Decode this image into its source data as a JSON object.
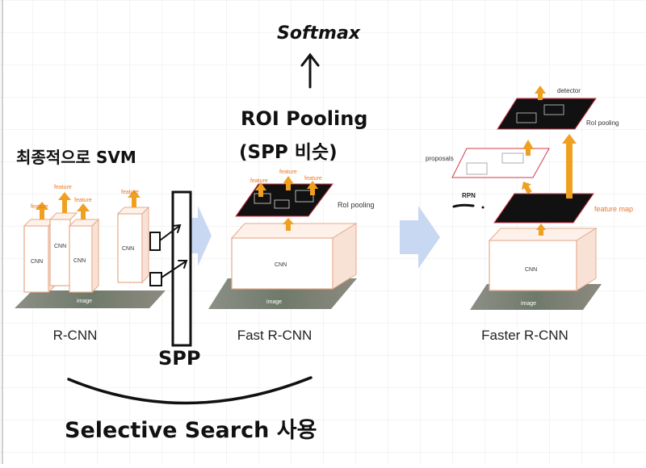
{
  "panels": {
    "rcnn": {
      "title": "R-CNN",
      "cnn_label": "CNN",
      "feature_label": "feature",
      "image_label": "image"
    },
    "fast": {
      "title": "Fast R-CNN",
      "cnn_label": "CNN",
      "feature_label": "feature",
      "roi_label": "RoI pooling",
      "image_label": "image"
    },
    "faster": {
      "title": "Faster R-CNN",
      "cnn_label": "CNN",
      "detector_label": "detector",
      "roi_label": "RoI pooling",
      "proposals_label": "proposals",
      "rpn_label": "RPN",
      "feature_map_label": "feature map",
      "image_label": "image"
    }
  },
  "annotations": {
    "softmax": "Softmax",
    "roi_pooling": "ROI Pooling",
    "spp_similar": "(SPP 비슷)",
    "final_svm": "최종적으로 SVM",
    "spp": "SPP",
    "selective_search": "Selective Search 사용"
  },
  "colors": {
    "accent_orange": "#f0a020",
    "label_orange": "#e8792a",
    "box_outline": "#e6a98a",
    "red_outline": "#d23a4a",
    "arrow_blue": "#c9d8f2",
    "ink": "#111111"
  }
}
